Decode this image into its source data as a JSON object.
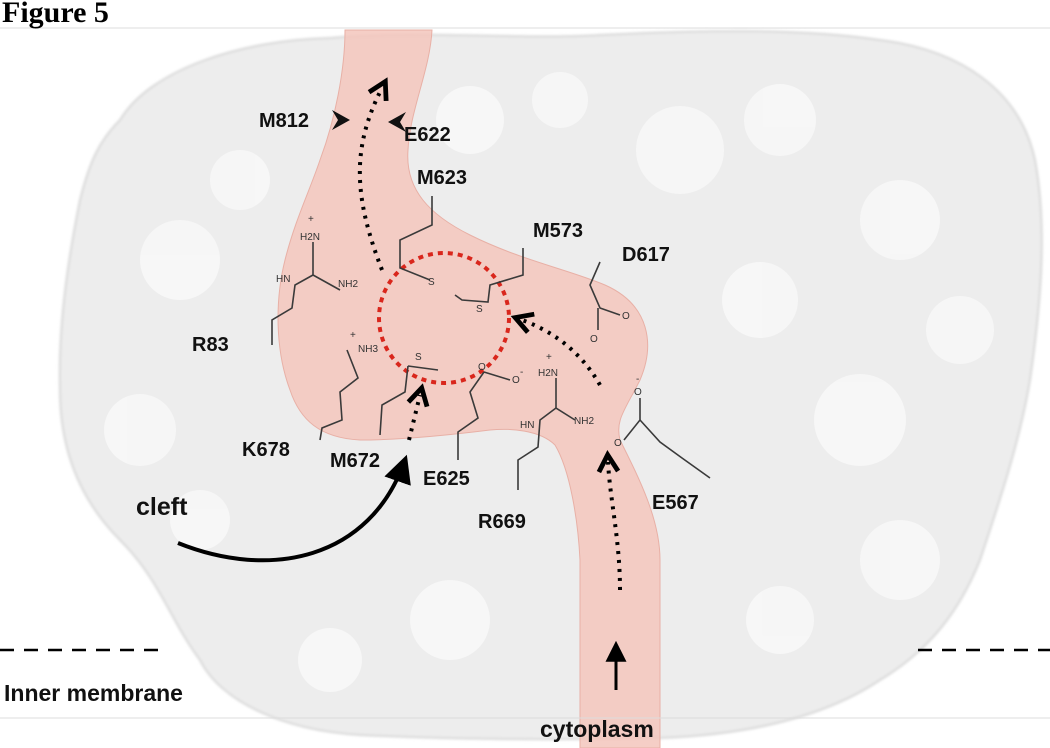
{
  "figure_title": "Figure 5",
  "residue_labels": [
    "M812",
    "E622",
    "M623",
    "M573",
    "D617",
    "R83",
    "K678",
    "M672",
    "E625",
    "R669",
    "E567"
  ],
  "region_labels": {
    "cleft": "cleft",
    "membrane": "Inner membrane",
    "cytoplasm": "cytoplasm"
  },
  "chem_labels": {
    "s1": "S",
    "s2": "S",
    "s3": "S",
    "nh2_r83_top": "H2N",
    "nh_r83": "HN",
    "nh2_r83": "NH2",
    "nh3_k678": "NH3",
    "o_d617_a": "O",
    "o_d617_b": "O",
    "o_e625_a": "O",
    "o_e625_b": "O",
    "nh2_r669_top": "H2N",
    "nh_r669": "HN",
    "nh2_r669": "NH2",
    "o_e567_a": "O",
    "o_e567_b": "O",
    "plus": "+",
    "minus": "-"
  },
  "colors": {
    "protein_surface": "#ededed",
    "channel": "#f3c5bc",
    "binding_circle": "#d9261c"
  }
}
